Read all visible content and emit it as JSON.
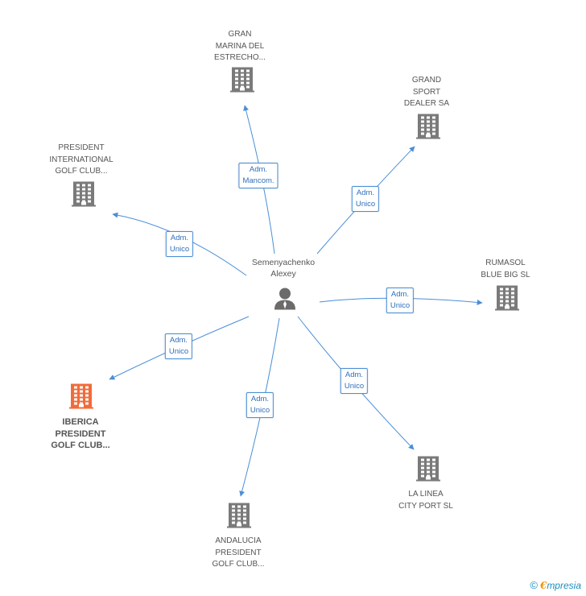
{
  "center": {
    "name": "Semenyachenko\nAlexey",
    "icon": "person-icon"
  },
  "companies": [
    {
      "id": "gran-marina",
      "name": "GRAN\nMARINA DEL\nESTRECHO...",
      "role": "Adm.\nMancom.",
      "highlight": false
    },
    {
      "id": "grand-sport",
      "name": "GRAND\nSPORT\nDEALER SA",
      "role": "Adm.\nUnico",
      "highlight": false
    },
    {
      "id": "president-international",
      "name": "PRESIDENT\nINTERNATIONAL\nGOLF CLUB...",
      "role": "Adm.\nUnico",
      "highlight": false
    },
    {
      "id": "rumasol",
      "name": "RUMASOL\nBLUE BIG SL",
      "role": "Adm.\nUnico",
      "highlight": false
    },
    {
      "id": "iberica",
      "name": "IBERICA\nPRESIDENT\nGOLF CLUB...",
      "role": "Adm.\nUnico",
      "highlight": true
    },
    {
      "id": "la-linea",
      "name": "LA LINEA\nCITY PORT SL",
      "role": "Adm.\nUnico",
      "highlight": false
    },
    {
      "id": "andalucia",
      "name": "ANDALUCIA\nPRESIDENT\nGOLF CLUB...",
      "role": "Adm.\nUnico",
      "highlight": false
    }
  ],
  "colors": {
    "edge": "#4a8fd8",
    "building": "#7a7a7a",
    "building_highlight": "#f26b3a",
    "person": "#6b6b6b"
  },
  "footer": {
    "copyright_symbol": "©",
    "brand_initial": "€",
    "brand_rest": "mpresia"
  }
}
